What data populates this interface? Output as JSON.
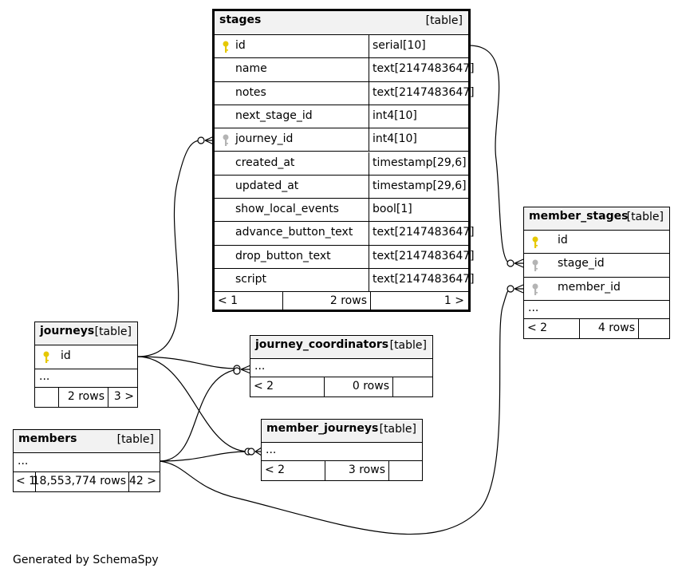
{
  "diagram": {
    "caption": "Generated by SchemaSpy",
    "tables": {
      "stages": {
        "name": "stages",
        "type": "[table]",
        "columns": [
          {
            "name": "id",
            "type": "serial[10]",
            "key": "primary"
          },
          {
            "name": "name",
            "type": "text[2147483647]"
          },
          {
            "name": "notes",
            "type": "text[2147483647]"
          },
          {
            "name": "next_stage_id",
            "type": "int4[10]"
          },
          {
            "name": "journey_id",
            "type": "int4[10]",
            "key": "foreign"
          },
          {
            "name": "created_at",
            "type": "timestamp[29,6]"
          },
          {
            "name": "updated_at",
            "type": "timestamp[29,6]"
          },
          {
            "name": "show_local_events",
            "type": "bool[1]"
          },
          {
            "name": "advance_button_text",
            "type": "text[2147483647]"
          },
          {
            "name": "drop_button_text",
            "type": "text[2147483647]"
          },
          {
            "name": "script",
            "type": "text[2147483647]"
          }
        ],
        "footer": {
          "parents": "< 1",
          "rows": "2 rows",
          "children": "1 >"
        }
      },
      "member_stages": {
        "name": "member_stages",
        "type": "[table]",
        "columns": [
          {
            "name": "id",
            "key": "primary"
          },
          {
            "name": "stage_id",
            "key": "foreign"
          },
          {
            "name": "member_id",
            "key": "foreign"
          }
        ],
        "ellipsis": "...",
        "footer": {
          "parents": "< 2",
          "rows": "4 rows",
          "children": ""
        }
      },
      "journeys": {
        "name": "journeys",
        "type": "[table]",
        "columns": [
          {
            "name": "id",
            "key": "primary"
          }
        ],
        "ellipsis": "...",
        "footer": {
          "parents": "",
          "rows": "2 rows",
          "children": "3 >"
        }
      },
      "journey_coordinators": {
        "name": "journey_coordinators",
        "type": "[table]",
        "ellipsis": "...",
        "footer": {
          "parents": "< 2",
          "rows": "0 rows",
          "children": ""
        }
      },
      "members": {
        "name": "members",
        "type": "[table]",
        "ellipsis": "...",
        "footer": {
          "parents": "< 1",
          "rows": "18,553,774 rows",
          "children": "42 >"
        }
      },
      "member_journeys": {
        "name": "member_journeys",
        "type": "[table]",
        "ellipsis": "...",
        "footer": {
          "parents": "< 2",
          "rows": "3 rows",
          "children": ""
        }
      }
    },
    "colors": {
      "primary_key": "#e6c800",
      "foreign_key": "#b4b4b4",
      "header": "#f2f2f2",
      "line": "#000000"
    }
  }
}
